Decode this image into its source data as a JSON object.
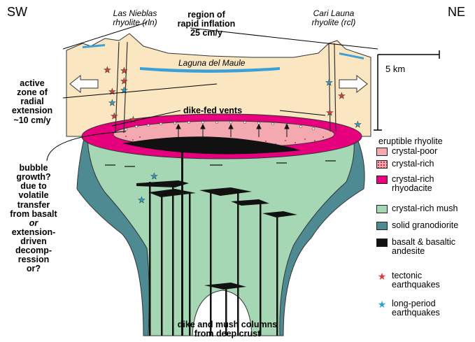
{
  "compass": {
    "left": "SW",
    "right": "NE"
  },
  "header": {
    "las_nieblas_line1": "Las Nieblas",
    "las_nieblas_line2": "rhyolite (rln)",
    "cari_launa_line1": "Cari Launa",
    "cari_launa_line2": "rhyolite (rcl)",
    "inflation_line1": "region of",
    "inflation_line2": "rapid inflation",
    "inflation_line3": "25 cm/y"
  },
  "map_labels": {
    "lake": "Laguna del Maule",
    "scale": "5 km",
    "vents": "dike-fed vents",
    "bottom_line1": "dike and mush columns",
    "bottom_line2": "from deep crust"
  },
  "left_notes": {
    "extension": [
      "active",
      "zone of",
      "radial",
      "extension",
      "~10 cm/y"
    ],
    "bubble": [
      "bubble",
      "growth?",
      "due to",
      "volatile",
      "transfer",
      "from basalt",
      "or",
      "extension-",
      "driven",
      "decomp-",
      "ression",
      "or?"
    ]
  },
  "legend": {
    "heading": "eruptible rhyolite",
    "items": [
      {
        "label": "crystal-poor",
        "color": "#f4a9b1"
      },
      {
        "label": "crystal-rich",
        "color": "#f4a9b1"
      },
      {
        "label": "crystal-rich\nrhyodacite",
        "color": "#e6007e"
      },
      {
        "label": "crystal-rich mush",
        "color": "#a6d7b4"
      },
      {
        "label": "solid granodiorite",
        "color": "#4e8a92"
      },
      {
        "label": "basalt & basaltic\nandesite",
        "color": "#111111"
      }
    ],
    "stars": [
      {
        "label": "tectonic\nearthquakes",
        "color": "#e03a3a"
      },
      {
        "label": "long-period\nearthquakes",
        "color": "#2a9fd6"
      }
    ]
  },
  "colors": {
    "surface": "#fbe6c2",
    "lake": "#3aa0d8",
    "pink_light": "#f4a9b1",
    "magenta": "#e6007e",
    "mush": "#a6d7b4",
    "granodiorite": "#4e8a92",
    "basalt": "#111111"
  }
}
